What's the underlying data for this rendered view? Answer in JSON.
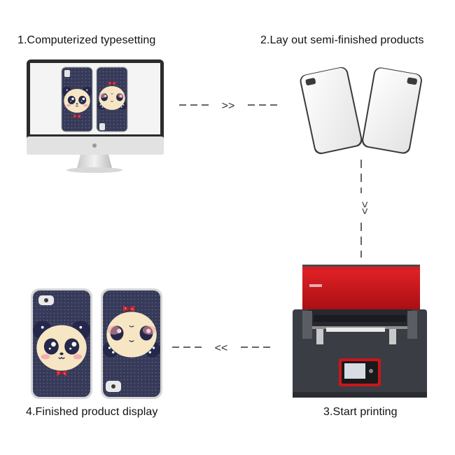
{
  "steps": [
    {
      "label": "1.Computerized typesetting"
    },
    {
      "label": "2.Lay out semi-finished products"
    },
    {
      "label": "3.Start printing"
    },
    {
      "label": "4.Finished product display"
    }
  ],
  "arrows": {
    "step1_to_step2": ">>",
    "step2_to_step3": ">>",
    "step3_to_step4": "<<"
  },
  "colors": {
    "text": "#111111",
    "arrow": "#333333",
    "printer_red": "#c8171c",
    "printer_body": "#3a3d44",
    "case_navy": "#2f3350",
    "panda_face": "#f7e6c4",
    "bow_red": "#e0242f",
    "blank_case": "#f5f5f5"
  },
  "icons": [
    "computer-monitor-icon",
    "blank-phone-case-icon",
    "uv-printer-icon",
    "printed-phone-case-icon",
    "dashed-arrow-icon"
  ]
}
